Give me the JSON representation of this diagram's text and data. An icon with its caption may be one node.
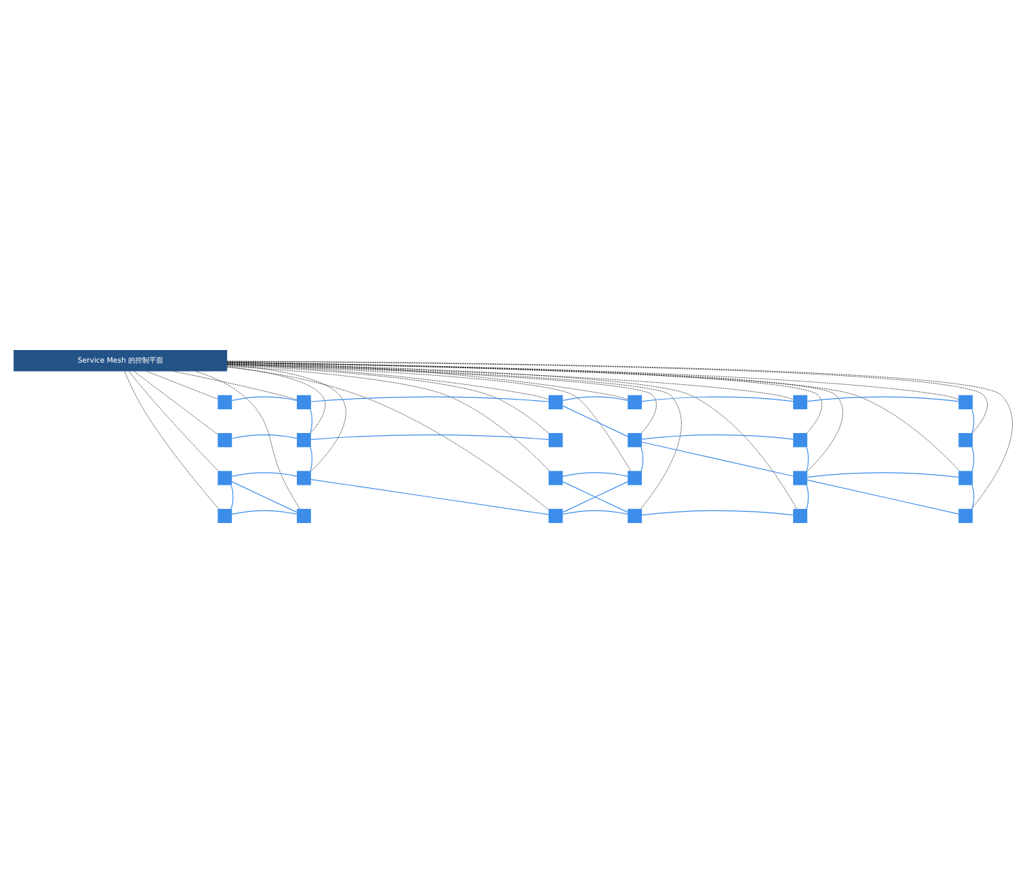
{
  "diagram": {
    "nodes": [
      {
        "text": [
          "Service Mesh 的控制平面"
        ]
      },
      {
        "text": [],
        "shape": "box"
      },
      {
        "text": [],
        "shape": "box"
      },
      {
        "text": [],
        "shape": "box"
      },
      {
        "text": [],
        "shape": "box"
      },
      {
        "text": [],
        "shape": "box"
      },
      {
        "text": [],
        "shape": "box"
      },
      {
        "text": [],
        "shape": "box"
      },
      {
        "text": [],
        "shape": "box"
      },
      {
        "text": [],
        "shape": "box"
      },
      {
        "text": [],
        "shape": "box"
      },
      {
        "text": [],
        "shape": "box"
      },
      {
        "text": [],
        "shape": "box"
      },
      {
        "text": [],
        "shape": "box"
      },
      {
        "text": [],
        "shape": "box"
      },
      {
        "text": [],
        "shape": "box"
      },
      {
        "text": [],
        "shape": "box"
      },
      {
        "text": [],
        "shape": "box"
      },
      {
        "text": [],
        "shape": "box"
      },
      {
        "text": [],
        "shape": "box"
      },
      {
        "text": [],
        "shape": "box"
      },
      {
        "text": [],
        "shape": "box"
      },
      {
        "text": [],
        "shape": "box"
      },
      {
        "text": [],
        "shape": "box"
      },
      {
        "text": [],
        "shape": "box"
      }
    ],
    "edges": [
      {
        "from": 0,
        "to": 1,
        "arrow": "none",
        "style": "dashed",
        "color": "#000000"
      },
      {
        "from": 0,
        "to": 2,
        "arrow": "none",
        "style": "dashed",
        "color": "#000000"
      },
      {
        "from": 0,
        "to": 3,
        "arrow": "none",
        "style": "dashed",
        "color": "#000000"
      },
      {
        "from": 0,
        "to": 4,
        "arrow": "none",
        "style": "dashed",
        "color": "#000000"
      },
      {
        "from": 0,
        "to": 5,
        "arrow": "none",
        "style": "dashed",
        "color": "#000000"
      },
      {
        "from": 0,
        "to": 6,
        "arrow": "none",
        "style": "dashed",
        "color": "#000000"
      },
      {
        "from": 0,
        "to": 7,
        "arrow": "none",
        "style": "dashed",
        "color": "#000000"
      },
      {
        "from": 0,
        "to": 8,
        "arrow": "none",
        "style": "dashed",
        "color": "#000000"
      },
      {
        "from": 0,
        "to": 9,
        "arrow": "none",
        "style": "dashed",
        "color": "#000000"
      },
      {
        "from": 0,
        "to": 10,
        "arrow": "none",
        "style": "dashed",
        "color": "#000000"
      },
      {
        "from": 0,
        "to": 11,
        "arrow": "none",
        "style": "dashed",
        "color": "#000000"
      },
      {
        "from": 0,
        "to": 12,
        "arrow": "none",
        "style": "dashed",
        "color": "#000000"
      },
      {
        "from": 0,
        "to": 13,
        "arrow": "none",
        "style": "dashed",
        "color": "#000000"
      },
      {
        "from": 0,
        "to": 14,
        "arrow": "none",
        "style": "dashed",
        "color": "#000000"
      },
      {
        "from": 0,
        "to": 15,
        "arrow": "none",
        "style": "dashed",
        "color": "#000000"
      },
      {
        "from": 0,
        "to": 16,
        "arrow": "none",
        "style": "dashed",
        "color": "#000000"
      },
      {
        "from": 0,
        "to": 17,
        "arrow": "none",
        "style": "dashed",
        "color": "#000000"
      },
      {
        "from": 0,
        "to": 18,
        "arrow": "none",
        "style": "dashed",
        "color": "#000000"
      },
      {
        "from": 0,
        "to": 19,
        "arrow": "none",
        "style": "dashed",
        "color": "#000000"
      },
      {
        "from": 0,
        "to": 20,
        "arrow": "none",
        "style": "dashed",
        "color": "#000000"
      },
      {
        "from": 0,
        "to": 21,
        "arrow": "none",
        "style": "dashed",
        "color": "#000000"
      },
      {
        "from": 0,
        "to": 22,
        "arrow": "none",
        "style": "dashed",
        "color": "#000000"
      },
      {
        "from": 0,
        "to": 23,
        "arrow": "none",
        "style": "dashed",
        "color": "#000000"
      },
      {
        "from": 0,
        "to": 24,
        "arrow": "none",
        "style": "dashed",
        "color": "#000000"
      },
      {
        "from": 1,
        "to": 2,
        "arrow": "none"
      },
      {
        "from": 2,
        "to": 3,
        "arrow": "none"
      },
      {
        "from": 3,
        "to": 4,
        "arrow": "none"
      },
      {
        "from": 4,
        "to": 5,
        "arrow": "none"
      },
      {
        "from": 5,
        "to": 6,
        "arrow": "none"
      },
      {
        "from": 2,
        "to": 8,
        "arrow": "none"
      },
      {
        "from": 3,
        "to": 10,
        "arrow": "none"
      },
      {
        "from": 6,
        "to": 12,
        "arrow": "none"
      },
      {
        "from": 7,
        "to": 8,
        "arrow": "none"
      },
      {
        "from": 8,
        "to": 9,
        "arrow": "none"
      },
      {
        "from": 10,
        "to": 11,
        "arrow": "none"
      },
      {
        "from": 8,
        "to": 14,
        "arrow": "none"
      },
      {
        "from": 10,
        "to": 16,
        "arrow": "none"
      },
      {
        "from": 10,
        "to": 17,
        "arrow": "none"
      },
      {
        "from": 11,
        "to": 17,
        "arrow": "none"
      },
      {
        "from": 12,
        "to": 18,
        "arrow": "none"
      },
      {
        "from": 13,
        "to": 14,
        "arrow": "none"
      },
      {
        "from": 15,
        "to": 16,
        "arrow": "none"
      },
      {
        "from": 17,
        "to": 18,
        "arrow": "none"
      },
      {
        "from": 13,
        "to": 19,
        "arrow": "none"
      },
      {
        "from": 13,
        "to": 20,
        "arrow": "none"
      },
      {
        "from": 14,
        "to": 21,
        "arrow": "none"
      },
      {
        "from": 15,
        "to": 22,
        "arrow": "none"
      },
      {
        "from": 16,
        "to": 21,
        "arrow": "none"
      },
      {
        "from": 17,
        "to": 23,
        "arrow": "none"
      },
      {
        "from": 17,
        "to": 24,
        "arrow": "none"
      },
      {
        "from": 18,
        "to": 24,
        "arrow": "none"
      },
      {
        "from": 19,
        "to": 20,
        "arrow": "none"
      },
      {
        "from": 21,
        "to": 22,
        "arrow": "none"
      },
      {
        "from": 22,
        "to": 23,
        "arrow": "none"
      }
    ]
  }
}
